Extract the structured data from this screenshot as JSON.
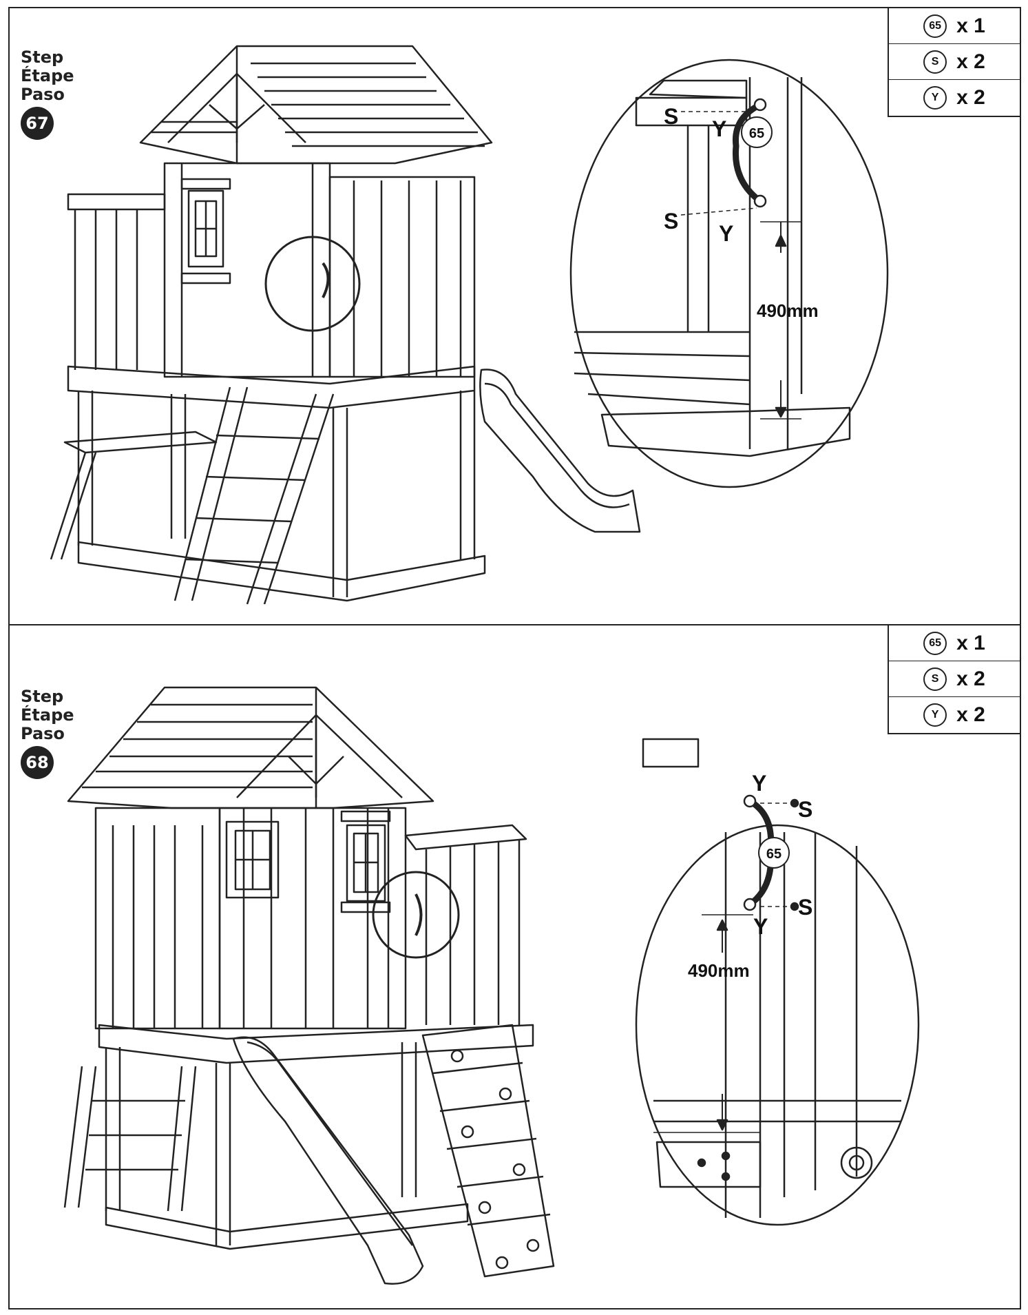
{
  "step_words": [
    "Step",
    "Étape",
    "Paso"
  ],
  "panels": [
    {
      "step_number": "67",
      "parts": [
        {
          "code": "65",
          "qty": "x 1"
        },
        {
          "code": "S",
          "qty": "x 2"
        },
        {
          "code": "Y",
          "qty": "x 2"
        }
      ],
      "detail": {
        "part": "65",
        "screw": "S",
        "washer": "Y",
        "measurement": "490mm"
      }
    },
    {
      "step_number": "68",
      "parts": [
        {
          "code": "65",
          "qty": "x 1"
        },
        {
          "code": "S",
          "qty": "x 2"
        },
        {
          "code": "Y",
          "qty": "x 2"
        }
      ],
      "detail": {
        "part": "65",
        "screw": "S",
        "washer": "Y",
        "measurement": "490mm"
      }
    }
  ]
}
